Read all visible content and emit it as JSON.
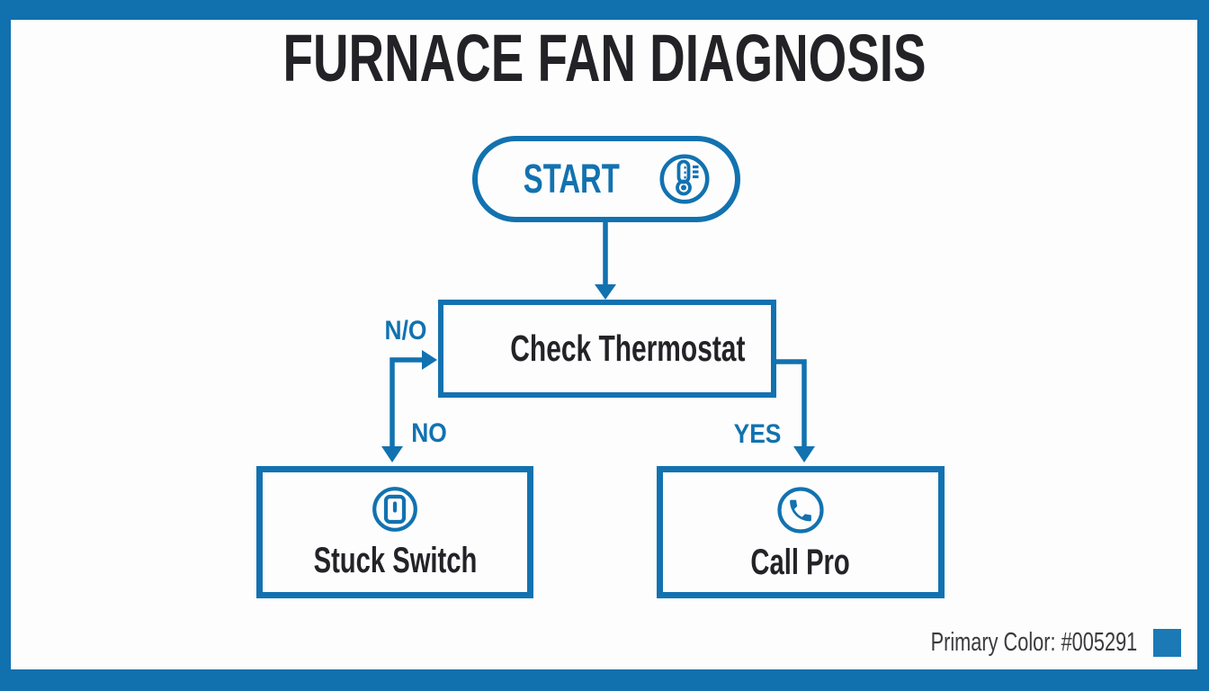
{
  "title": "FURNACE FAN DIAGNOSIS",
  "colors": {
    "primary_stated": "#005291",
    "frame_blue": "#1170ae",
    "line_blue": "#1272b0",
    "text_dark": "#232327",
    "background": "#fdfdfd"
  },
  "nodes": {
    "start": {
      "label": "START",
      "icon": "thermometer-icon",
      "shape": "pill"
    },
    "check_thermostat": {
      "label": "Check Thermostat",
      "icon": "thermometer-icon",
      "shape": "rect"
    },
    "stuck_switch": {
      "label": "Stuck Switch",
      "icon": "switch-icon",
      "shape": "rect"
    },
    "call_pro": {
      "label": "Call Pro",
      "icon": "phone-icon",
      "shape": "rect"
    }
  },
  "edge_labels": {
    "loop": "N/O",
    "no": "NO",
    "yes": "YES"
  },
  "footer": {
    "label": "Primary Color: #005291",
    "swatch_color": "#1b79b6"
  }
}
